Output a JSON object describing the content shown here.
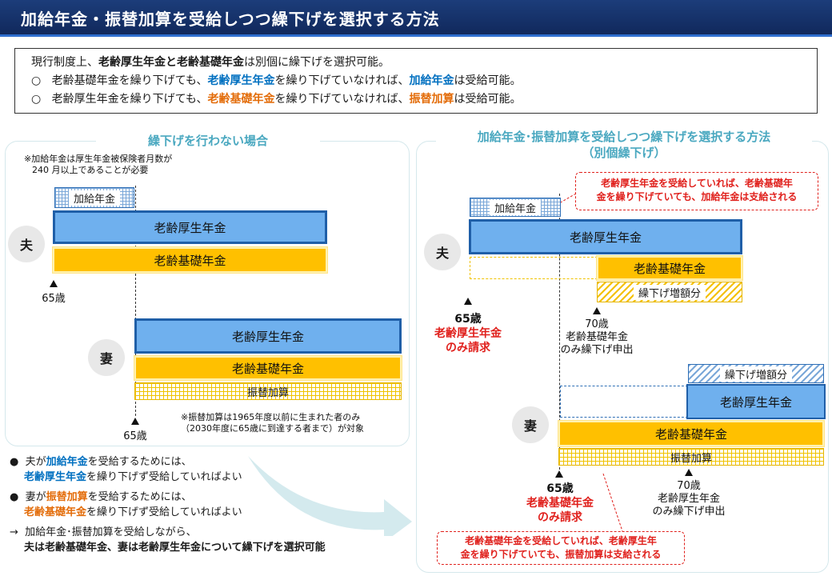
{
  "header": {
    "title": "加給年金・振替加算を受給しつつ繰下げを選択する方法"
  },
  "summary": {
    "line1_pre": "現行制度上、",
    "line1_bold": "老齢厚生年金と老齢基礎年金",
    "line1_post": "は別個に繰下げを選択可能。",
    "line2": {
      "bullet": "○",
      "pre": "老齢基礎年金を繰り下げても、",
      "hl1": "老齢厚生年金",
      "mid": "を繰り下げていなければ、",
      "hl2": "加給年金",
      "post": "は受給可能。"
    },
    "line3": {
      "bullet": "○",
      "pre": "老齢厚生年金を繰り下げても、",
      "hl1": "老齢基礎年金",
      "mid": "を繰り下げていなければ、",
      "hl2": "振替加算",
      "post": "は受給可能。"
    }
  },
  "left_panel": {
    "title": "繰下げを行わない場合",
    "note_top_1": "※加給年金は厚生年金被保険者月数が",
    "note_top_2": "240 月以上であることが必要",
    "husband_label": "夫",
    "wife_label": "妻",
    "kakyu": "加給年金",
    "kosei": "老齢厚生年金",
    "kiso": "老齢基礎年金",
    "furikae": "振替加算",
    "age65": "65歳",
    "note_bottom_1": "※振替加算は1965年度以前に生まれた者のみ",
    "note_bottom_2": "（2030年度に65歳に到達する者まで）が対象"
  },
  "right_panel": {
    "title_1": "加給年金･振替加算を受給しつつ繰下げを選択する方法",
    "title_2": "（別個繰下げ）",
    "callout_top_1": "老齢厚生年金を受給していれば、老齢基礎年",
    "callout_top_2": "金を繰り下げていても、加給年金は支給される",
    "callout_bottom_1": "老齢基礎年金を受給していれば、老齢厚生年",
    "callout_bottom_2": "金を繰り下げていても、振替加算は支給される",
    "husband_label": "夫",
    "wife_label": "妻",
    "kakyu": "加給年金",
    "kosei": "老齢厚生年金",
    "kiso": "老齢基礎年金",
    "zougaku": "繰下げ増額分",
    "furikae": "振替加算",
    "h_age65": "65歳",
    "h_age65_sub1": "老齢厚生年金",
    "h_age65_sub2": "のみ請求",
    "h_age70": "70歳",
    "h_age70_sub1": "老齢基礎年金",
    "h_age70_sub2": "のみ繰下げ申出",
    "w_age65": "65歳",
    "w_age65_sub1": "老齢基礎年金",
    "w_age65_sub2": "のみ請求",
    "w_age70": "70歳",
    "w_age70_sub1": "老齢厚生年金",
    "w_age70_sub2": "のみ繰下げ申出"
  },
  "bullets": {
    "b1": {
      "mark": "●",
      "pre": "夫が",
      "hl": "加給年金",
      "post": "を受給するためには、",
      "l2_hl": "老齢厚生年金",
      "l2_post": "を繰り下げず受給していればよい"
    },
    "b2": {
      "mark": "●",
      "pre": "妻が",
      "hl": "振替加算",
      "post": "を受給するためには、",
      "l2_hl": "老齢基礎年金",
      "l2_post": "を繰り下げず受給していればよい"
    },
    "b3": {
      "mark": "→",
      "l1": "加給年金･振替加算を受給しながら、",
      "l2": "夫は老齢基礎年金、妻は老齢厚生年金について繰下げを選択可能"
    }
  }
}
